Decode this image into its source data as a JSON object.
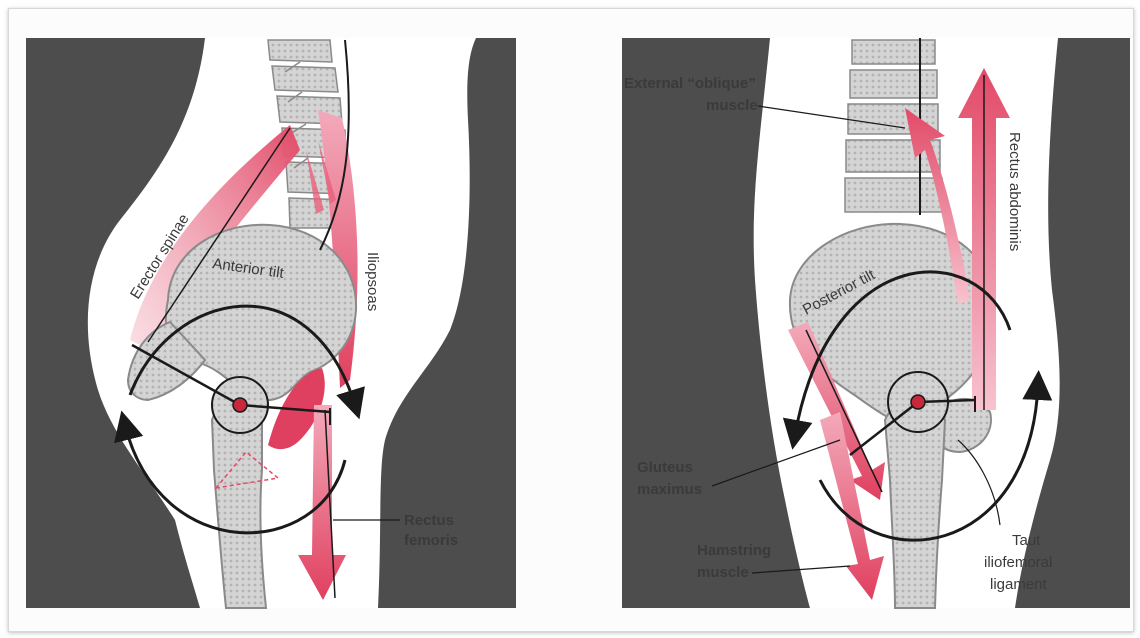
{
  "left_panel": {
    "erector_spinae": "Erector spinae",
    "anterior_tilt": "Anterior tilt",
    "iliopsoas": "Iliopsoas",
    "rectus_femoris_line1": "Rectus",
    "rectus_femoris_line2": "femoris"
  },
  "right_panel": {
    "external_oblique_line1": "External “oblique”",
    "external_oblique_line2": "muscle",
    "rectus_abdominis": "Rectus abdominis",
    "posterior_tilt": "Posterior tilt",
    "gluteus_line1": "Gluteus",
    "gluteus_line2": "maximus",
    "hamstring_line1": "Hamstring",
    "hamstring_line2": "muscle",
    "ligament_line1": "Taut",
    "ligament_line2": "iliofemoral",
    "ligament_line3": "ligament"
  },
  "colors": {
    "body_gray": "#4d4d4d",
    "bone": "#d2d2d2",
    "muscle_pink": "#e8607a",
    "muscle_light": "#f2a4b4",
    "joint_red": "#c8283c"
  }
}
